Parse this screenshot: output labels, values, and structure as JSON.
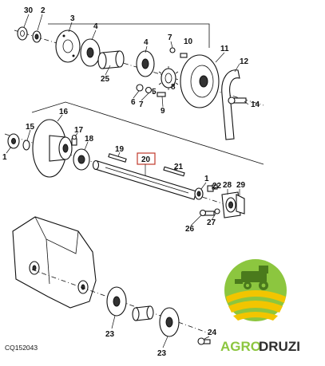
{
  "diagram": {
    "labels": {
      "l30": "30",
      "l2a": "2",
      "l3": "3",
      "l4a": "4",
      "l25": "25",
      "l4b": "4",
      "l7a": "7",
      "l10": "10",
      "l11": "11",
      "l12": "12",
      "l14": "14",
      "l6": "6",
      "l5": "5",
      "l7b": "7",
      "l9": "9",
      "l16": "16",
      "l15": "15",
      "l1a": "1",
      "l17": "17",
      "l18": "18",
      "l19": "19",
      "l20": "20",
      "l21": "21",
      "l1b": "1",
      "l22": "22",
      "l28": "28",
      "l29": "29",
      "l26": "26",
      "l27": "27",
      "l23a": "23",
      "l23b": "23",
      "l24": "24",
      "l8": "8"
    },
    "caption": "CQ152043"
  },
  "watermark": {
    "text_a": "AGRO",
    "text_b": "DRUZI",
    "colors": {
      "green": "#8cc63f",
      "yellow": "#f2c500",
      "dark": "#4a7a1c"
    }
  }
}
